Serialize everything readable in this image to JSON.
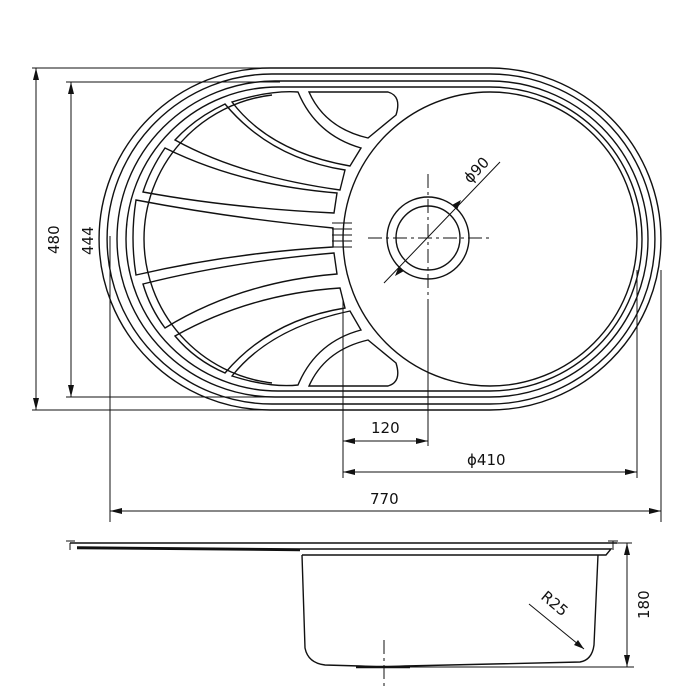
{
  "drawing": {
    "title": "Kitchen sink technical drawing",
    "line_color": "#111111",
    "background": "#ffffff",
    "top_view": {
      "dimensions": {
        "overall_width": "770",
        "overall_depth": "480",
        "inner_depth": "444",
        "bowl_diameter": "ϕ410",
        "drain_offset": "120",
        "drain_diameter": "ϕ90"
      }
    },
    "side_view": {
      "dimensions": {
        "bowl_depth": "180",
        "corner_radius": "R25"
      }
    }
  }
}
